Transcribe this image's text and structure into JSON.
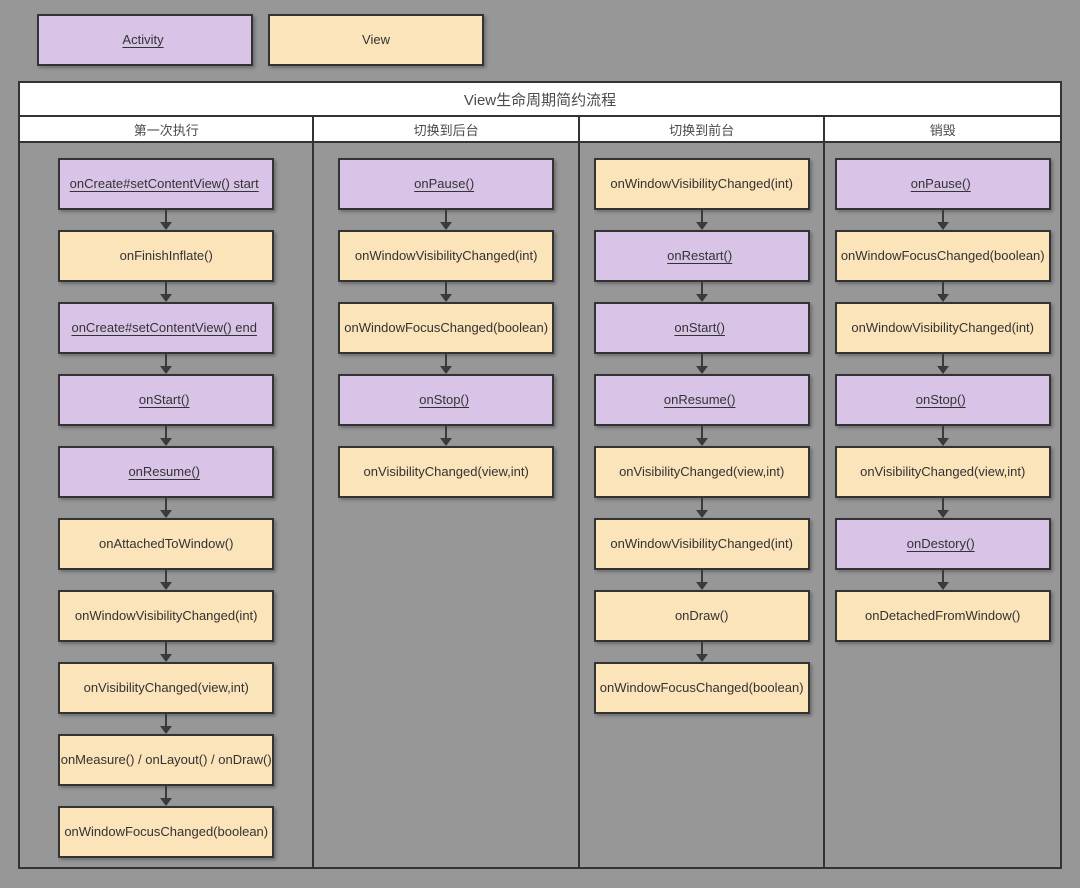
{
  "page": {
    "background": "#979797"
  },
  "colors": {
    "activity_fill": "#d9c4e8",
    "view_fill": "#fbe3ba",
    "border": "#333333",
    "table_background": "#ffffff"
  },
  "legend": [
    {
      "label": "Activity",
      "type": "activity"
    },
    {
      "label": "View",
      "type": "view"
    }
  ],
  "table": {
    "title": "View生命周期简约流程"
  },
  "columns": [
    {
      "header": "第一次执行",
      "nodes": [
        {
          "label": "onCreate#setContentView() start",
          "type": "activity"
        },
        {
          "label": "onFinishInflate()",
          "type": "view"
        },
        {
          "label": "onCreate#setContentView() end",
          "type": "activity"
        },
        {
          "label": "onStart()",
          "type": "activity"
        },
        {
          "label": "onResume()",
          "type": "activity"
        },
        {
          "label": "onAttachedToWindow()",
          "type": "view"
        },
        {
          "label": "onWindowVisibilityChanged(int)",
          "type": "view"
        },
        {
          "label": "onVisibilityChanged(view,int)",
          "type": "view"
        },
        {
          "label": "onMeasure() / onLayout() / onDraw()",
          "type": "view"
        },
        {
          "label": "onWindowFocusChanged(boolean)",
          "type": "view"
        }
      ]
    },
    {
      "header": "切换到后台",
      "nodes": [
        {
          "label": "onPause()",
          "type": "activity"
        },
        {
          "label": "onWindowVisibilityChanged(int)",
          "type": "view"
        },
        {
          "label": "onWindowFocusChanged(boolean)",
          "type": "view"
        },
        {
          "label": "onStop()",
          "type": "activity"
        },
        {
          "label": "onVisibilityChanged(view,int)",
          "type": "view"
        }
      ]
    },
    {
      "header": "切换到前台",
      "nodes": [
        {
          "label": "onWindowVisibilityChanged(int)",
          "type": "view"
        },
        {
          "label": "onRestart()",
          "type": "activity"
        },
        {
          "label": "onStart()",
          "type": "activity"
        },
        {
          "label": "onResume()",
          "type": "activity"
        },
        {
          "label": "onVisibilityChanged(view,int)",
          "type": "view"
        },
        {
          "label": "onWindowVisibilityChanged(int)",
          "type": "view"
        },
        {
          "label": "onDraw()",
          "type": "view"
        },
        {
          "label": "onWindowFocusChanged(boolean)",
          "type": "view"
        }
      ]
    },
    {
      "header": "销毁",
      "nodes": [
        {
          "label": "onPause()",
          "type": "activity"
        },
        {
          "label": "onWindowFocusChanged(boolean)",
          "type": "view"
        },
        {
          "label": "onWindowVisibilityChanged(int)",
          "type": "view"
        },
        {
          "label": "onStop()",
          "type": "activity"
        },
        {
          "label": "onVisibilityChanged(view,int)",
          "type": "view"
        },
        {
          "label": "onDestory()",
          "type": "activity"
        },
        {
          "label": "onDetachedFromWindow()",
          "type": "view"
        }
      ]
    }
  ]
}
